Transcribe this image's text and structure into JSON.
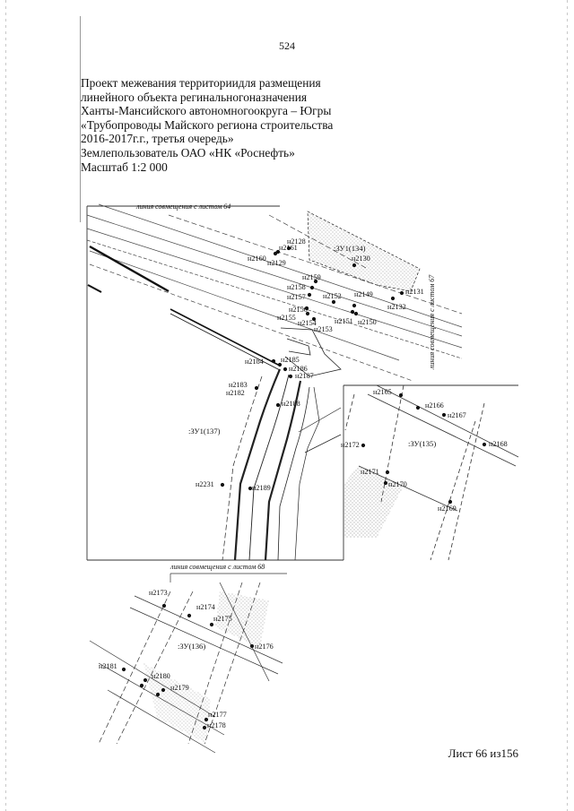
{
  "page": {
    "number": "524",
    "title_lines": [
      "Проект межевания территориидля размещения",
      "линейного объекта регинальногоназначения",
      "Ханты-Мансийского автономногоокруга – Югры",
      "«Трубопроводы Майского региона строительства",
      "2016-2017г.г., третья очередь»",
      "Землепользователь ОАО «НК «Роснефть»",
      "Масштаб 1:2 000"
    ],
    "sheet_label": "Лист 66 из156"
  },
  "map": {
    "match_lines": {
      "sheet64": "линия совмещения с листом 64",
      "sheet67": "линия совмещения с листом 67",
      "sheet68": "линия совмещения с листом 68"
    },
    "parcels": {
      "p134": ":ЗУ1(134)",
      "p135": ":ЗУ(135)",
      "p136": ":ЗУ(136)",
      "p137": ":ЗУ1(137)"
    },
    "points": [
      "н2128",
      "н2129",
      "н2161",
      "н2160",
      "н2130",
      "н2131",
      "н2132",
      "н2159",
      "н2158",
      "н2157",
      "н2152",
      "н2149",
      "н2156",
      "н2155",
      "н2154",
      "н2151",
      "н2150",
      "н2153",
      "н2184",
      "н2185",
      "н2186",
      "н2187",
      "н2183",
      "н2182",
      "н2188",
      "н2165",
      "н2166",
      "н2167",
      "н2172",
      "н2168",
      "н2171",
      "н2170",
      "н2169",
      "н2231",
      "н2189",
      "н2173",
      "н2174",
      "н2175",
      "н2176",
      "н2181",
      "н2180",
      "н2179",
      "н2177",
      "н2178"
    ]
  },
  "colors": {
    "ink": "#111111",
    "line_gray": "#555555",
    "margin_gray": "#9a9a9a"
  }
}
